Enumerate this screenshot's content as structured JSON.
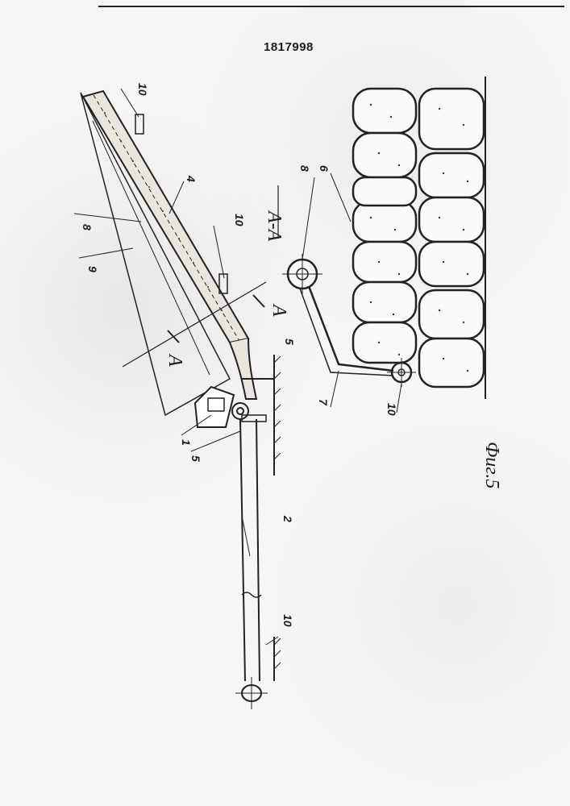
{
  "document": {
    "patent_number": "1817998",
    "figure_caption": "Фиг.5"
  },
  "labels": {
    "l1": "1",
    "l2": "2",
    "l4": "4",
    "l5a": "5",
    "l5b": "5",
    "l6": "6",
    "l7": "7",
    "l8a": "8",
    "l8b": "8",
    "l9": "9",
    "l10a": "10",
    "l10b": "10",
    "l10c": "10",
    "l10d": "10",
    "section_a1": "A",
    "section_a2": "A",
    "section_view": "A-A"
  }
}
